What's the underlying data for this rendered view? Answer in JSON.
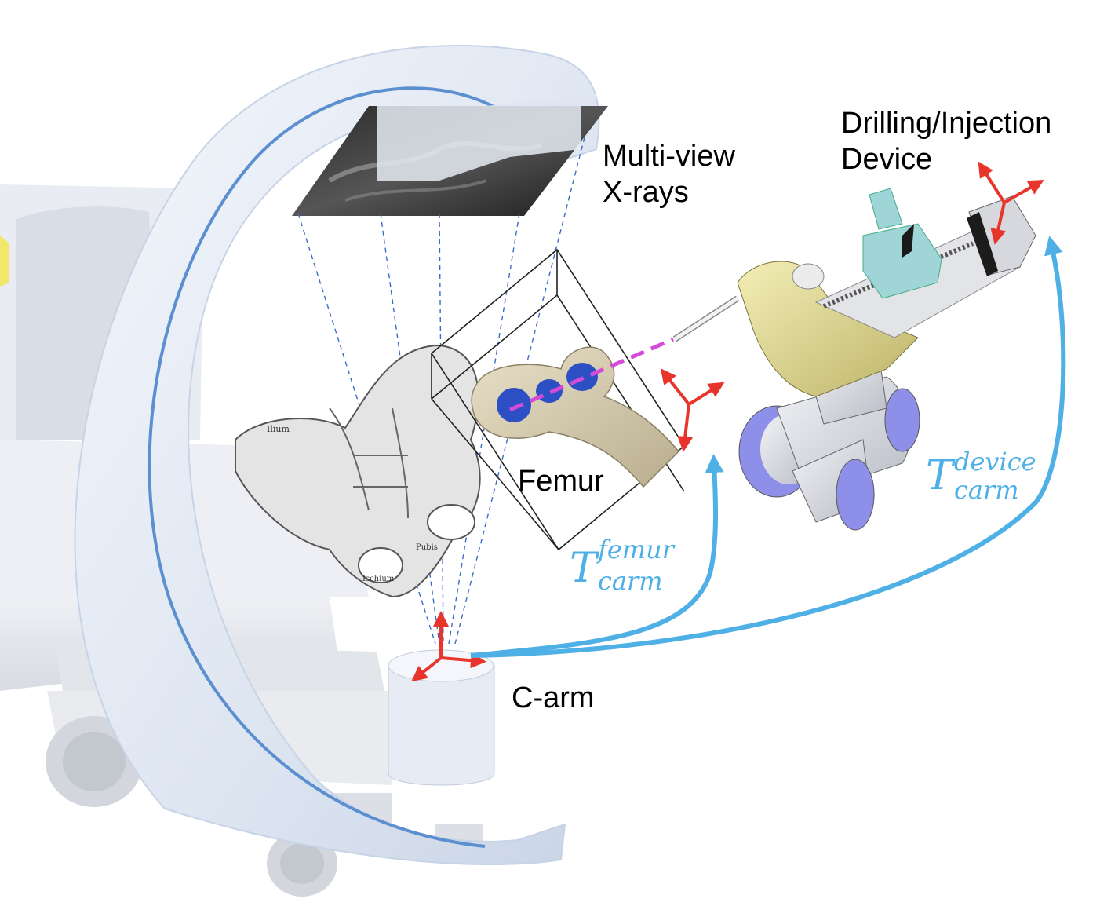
{
  "labels": {
    "xray_line1": "Multi-view",
    "xray_line2": "X-rays",
    "device_line1": "Drilling/Injection",
    "device_line2": "Device",
    "femur": "Femur",
    "carm": "C-arm"
  },
  "transforms": {
    "femur": {
      "symbol": "T",
      "superscript": "femur",
      "subscript": "carm"
    },
    "device": {
      "symbol": "T",
      "superscript": "device",
      "subscript": "carm"
    }
  },
  "colors": {
    "transform_arrow": "#4fb0e6",
    "frame_axes": "#e8352b",
    "trajectory": "#d44bd8",
    "femur_targets": "#2c4fc4",
    "projection_lines": "#3a6bc8"
  },
  "pelvis_text": {
    "ilium": "Ilium",
    "ischium": "Ischium",
    "pubis": "Pubis"
  }
}
